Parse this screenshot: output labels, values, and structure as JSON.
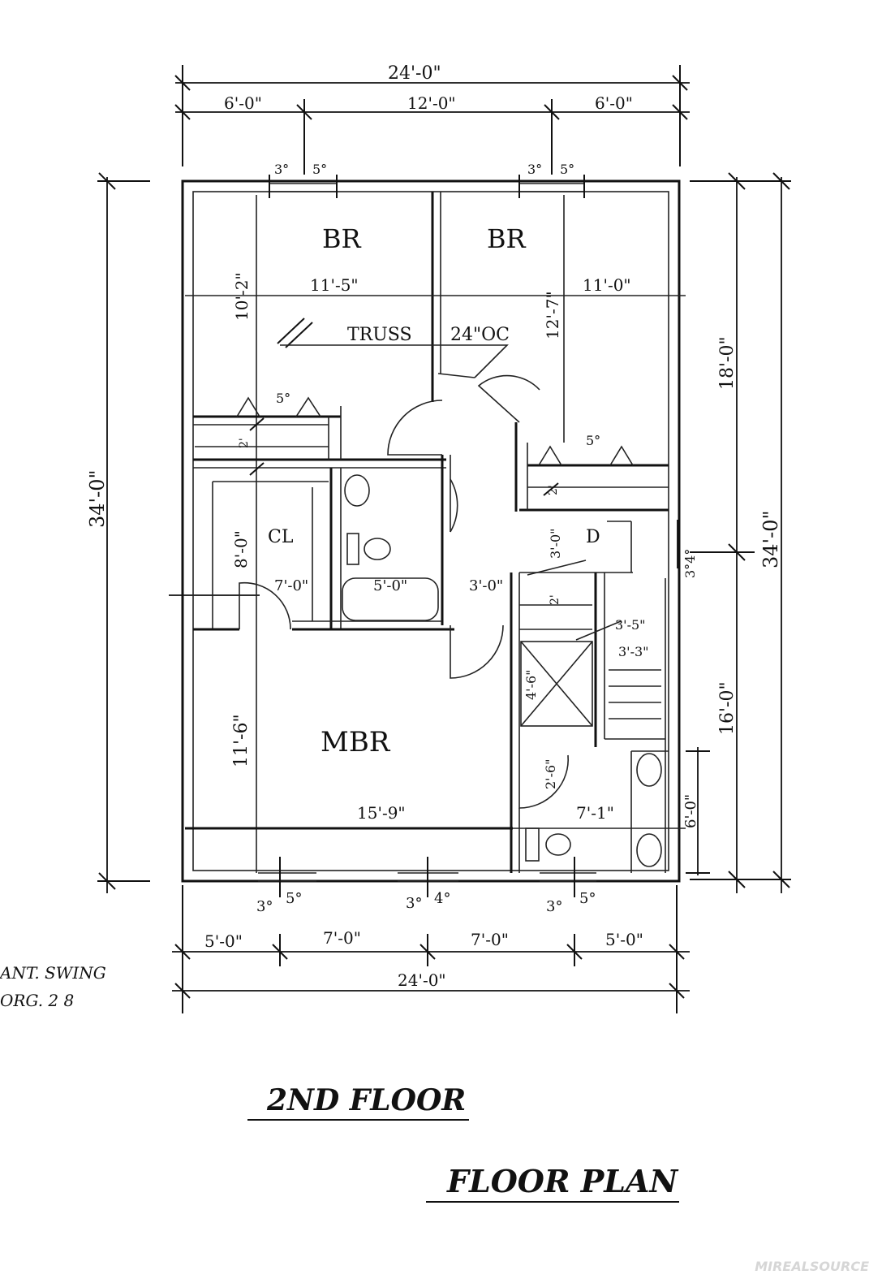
{
  "titles": {
    "floor": "2ND FLOOR",
    "plan": "FLOOR PLAN"
  },
  "notes": {
    "line1": "ANT. SWING",
    "line2": "ORG. 2 8"
  },
  "watermark": "MIREALSOURCE",
  "rooms": {
    "br_left": "BR",
    "br_right": "BR",
    "mbr": "MBR",
    "closet": "CL",
    "truss": "TRUSS",
    "truss_spacing": "24\"OC",
    "stair_d": "D"
  },
  "dims": {
    "top_overall": "24'-0\"",
    "top_left": "6'-0\"",
    "top_mid": "12'-0\"",
    "top_right": "6'-0\"",
    "win_tl_a": "3°",
    "win_tl_b": "5°",
    "win_tr_a": "3°",
    "win_tr_b": "5°",
    "br_left_w": "11'-5\"",
    "br_left_h": "10'-2\"",
    "br_right_h": "12'-7\"",
    "br_right_w": "11'-0\"",
    "right_upper": "18'-0\"",
    "right_overall": "34'-0\"",
    "right_lower": "16'-0\"",
    "left_overall": "34'-0\"",
    "left_lower": "11'-6\"",
    "closet_l": "8'-0\"",
    "closet_w": "7'-0\"",
    "bath_w": "5'-0\"",
    "hall_w": "3'-0\"",
    "hall_h": "3'-0\"",
    "door_left": "5°",
    "door_right": "5°",
    "stair_a": "3'-5\"",
    "stair_b": "3'-3\"",
    "stair_c": "3°4°",
    "mbr_w": "15'-9\"",
    "mbath_w": "7'-1\"",
    "mbath_h": "6'-0\"",
    "win_b1_a": "3°",
    "win_b1_b": "5°",
    "win_b2_a": "3°",
    "win_b2_b": "4°",
    "win_b3_a": "3°",
    "win_b3_b": "5°",
    "bot_1": "5'-0\"",
    "bot_2": "7'-0\"",
    "bot_3": "7'-0\"",
    "bot_4": "5'-0\"",
    "bot_overall": "24'-0\"",
    "shaft": "4'-6\"",
    "door_mb": "2'-6\"",
    "small_2": "2'"
  }
}
